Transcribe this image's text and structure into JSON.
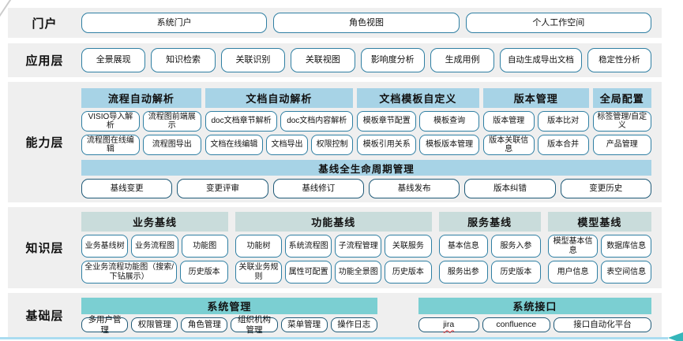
{
  "colors": {
    "capability_header": "#a7d3e6",
    "knowledge_header": "#c9dcdb",
    "foundation_header": "#7bcfd2",
    "module_border": "#2f7fa3",
    "bottom_accent_line": "#aadcf0",
    "bottom_arrow": "#35b6ba"
  },
  "misspelled": [
    "jira"
  ],
  "layers": [
    {
      "label": "门户",
      "buttons": [
        "系统门户",
        "角色视图",
        "个人工作空间"
      ]
    },
    {
      "label": "应用层",
      "buttons": [
        "全景展现",
        "知识检索",
        "关联识别",
        "关联视图",
        "影响度分析",
        "生成用例",
        "自动生成导出文档",
        "稳定性分析"
      ]
    },
    {
      "label": "能力层",
      "groups": [
        {
          "title": "流程自动解析",
          "rows": [
            [
              "VISIO导入解析",
              "流程图前端展示"
            ],
            [
              "流程图在线编辑",
              "流程图导出"
            ]
          ]
        },
        {
          "title": "文档自动解析",
          "rows": [
            [
              "doc文档章节解析",
              "doc文档内容解析"
            ],
            [
              "文档在线编辑",
              "文档导出",
              "权限控制"
            ]
          ]
        },
        {
          "title": "文档模板自定义",
          "rows": [
            [
              "模板章节配置",
              "模板查询"
            ],
            [
              "模板引用关系",
              "模板版本管理"
            ]
          ]
        },
        {
          "title": "版本管理",
          "rows": [
            [
              "版本管理",
              "版本比对"
            ],
            [
              "版本关联信息",
              "版本合并"
            ]
          ]
        },
        {
          "title": "全局配置",
          "rows": [
            [
              "标签管理/自定义"
            ],
            [
              "产品管理"
            ]
          ]
        }
      ],
      "banner": {
        "title": "基线全生命周期管理",
        "buttons": [
          "基线变更",
          "变更评审",
          "基线修订",
          "基线发布",
          "版本纠错",
          "变更历史"
        ]
      }
    },
    {
      "label": "知识层",
      "groups": [
        {
          "title": "业务基线",
          "rows": [
            [
              "业务基线树",
              "业务流程图",
              "功能图"
            ],
            [
              "全业务流程功能图（搜索/下钻展示）",
              "历史版本"
            ]
          ]
        },
        {
          "title": "功能基线",
          "rows": [
            [
              "功能树",
              "系统流程图",
              "子流程管理",
              "关联服务"
            ],
            [
              "关联业务规则",
              "属性可配置",
              "功能全景图",
              "历史版本"
            ]
          ]
        },
        {
          "title": "服务基线",
          "rows": [
            [
              "基本信息",
              "服务入参"
            ],
            [
              "服务出参",
              "历史版本"
            ]
          ]
        },
        {
          "title": "模型基线",
          "rows": [
            [
              "模型基本信息",
              "数据库信息"
            ],
            [
              "用户信息",
              "表空间信息"
            ]
          ]
        }
      ]
    },
    {
      "label": "基础层",
      "groups": [
        {
          "title": "系统管理",
          "rows": [
            [
              "多用户管理",
              "权限管理",
              "角色管理",
              "组织机构管理",
              "菜单管理",
              "操作日志"
            ]
          ]
        },
        {
          "title": "系统接口",
          "rows": [
            [
              "jira",
              "confluence",
              "接口自动化平台"
            ]
          ]
        }
      ]
    }
  ]
}
